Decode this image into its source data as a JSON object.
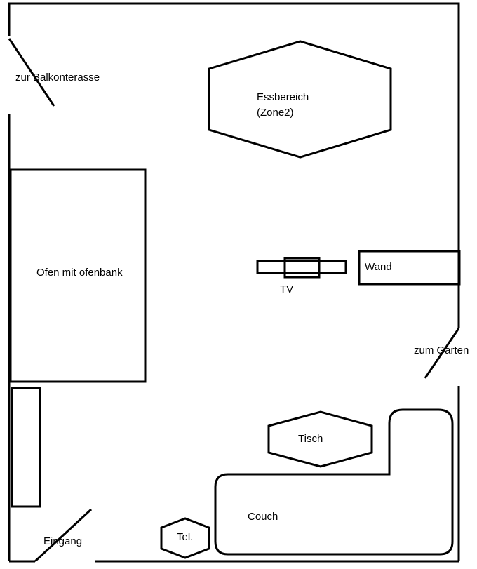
{
  "labels": {
    "balcony": "zur Balkonterasse",
    "dining_line1": "Essbereich",
    "dining_line2": "(Zone2)",
    "oven": "Ofen mit ofenbank",
    "tv": "TV",
    "wall": "Wand",
    "garden": "zum Garten",
    "table": "Tisch",
    "couch": "Couch",
    "entrance": "Eingang",
    "phone": "Tel."
  }
}
